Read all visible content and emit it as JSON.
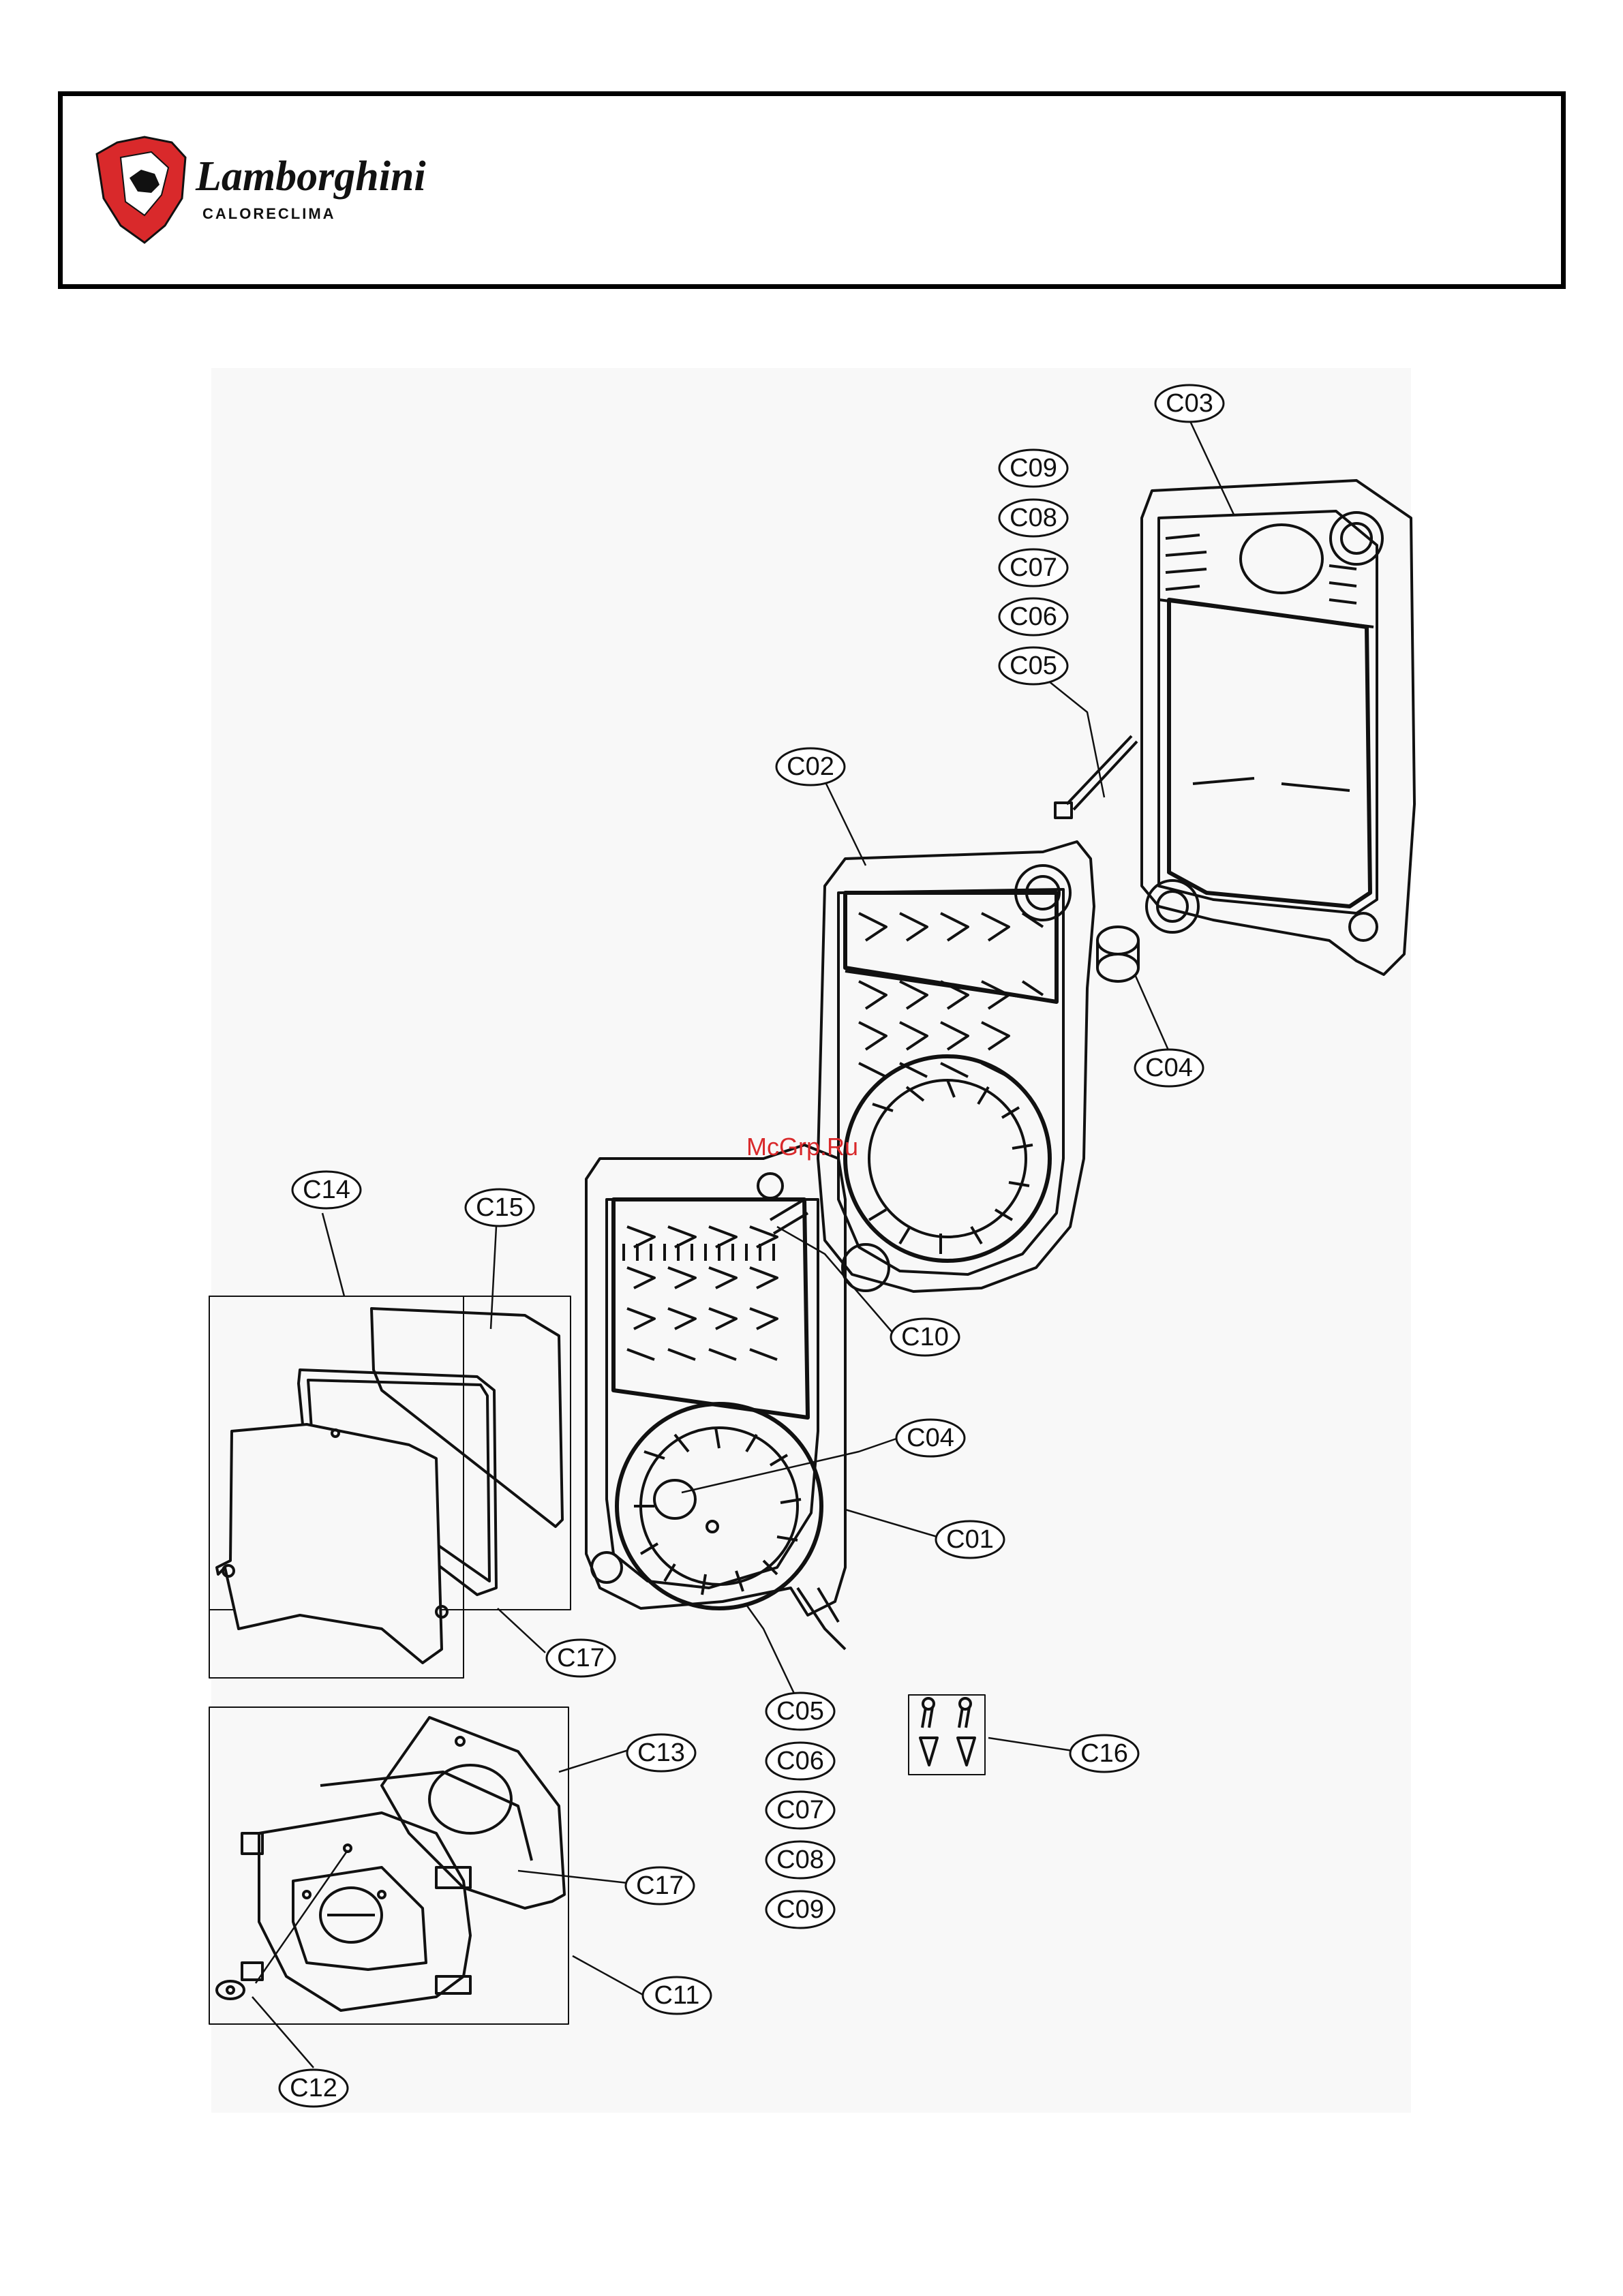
{
  "header": {
    "brand_name": "Lamborghini",
    "brand_subtitle": "CALORECLIMA"
  },
  "watermark": "McGrp.Ru",
  "callouts": {
    "c01": "C01",
    "c02": "C02",
    "c03": "C03",
    "c04_top": "C04",
    "c04_mid": "C04",
    "c05_top": "C05",
    "c06_top": "C06",
    "c07_top": "C07",
    "c08_top": "C08",
    "c09_top": "C09",
    "c05_bottom": "C05",
    "c06_bottom": "C06",
    "c07_bottom": "C07",
    "c08_bottom": "C08",
    "c09_bottom": "C09",
    "c10": "C10",
    "c11": "C11",
    "c12": "C12",
    "c13": "C13",
    "c14": "C14",
    "c15": "C15",
    "c16": "C16",
    "c17_top": "C17",
    "c17_bottom": "C17"
  },
  "colors": {
    "line": "#111111",
    "logo_red": "#d9292b",
    "panel_bg": "#f8f8f8"
  }
}
